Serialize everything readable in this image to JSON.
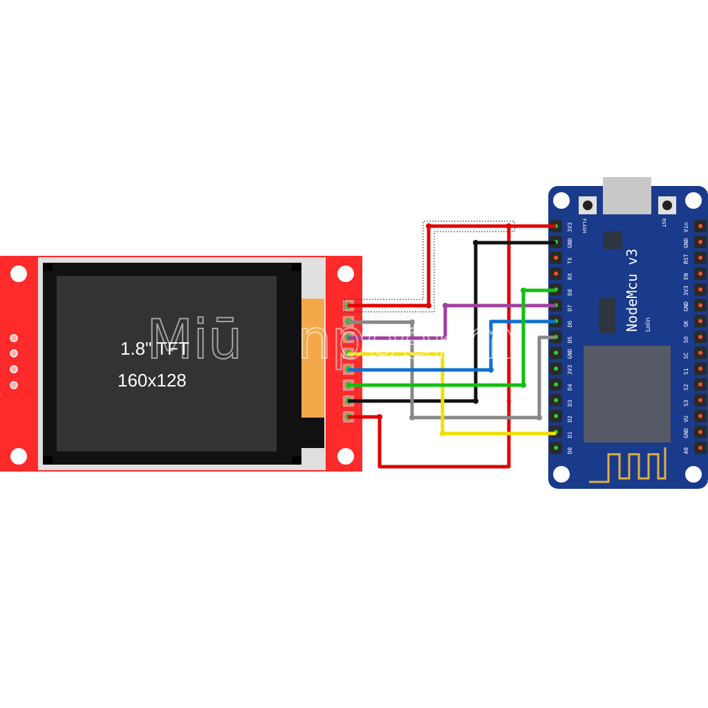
{
  "tft": {
    "size_label": "1.8\" TFT",
    "resolution_label": "160x128"
  },
  "board": {
    "name": "NodeMcu v3",
    "vendor": "Lolin",
    "flash_label": "FLASH",
    "rst_label": "RST",
    "pins_left": [
      "3V3",
      "GND",
      "TX",
      "RX",
      "D8",
      "D7",
      "D6",
      "D5",
      "GND",
      "3V3",
      "D4",
      "D3",
      "D2",
      "D1",
      "D0"
    ],
    "pins_right": [
      "Vin",
      "GND",
      "RST",
      "EN",
      "3V3",
      "GND",
      "SK",
      "SO",
      "SC",
      "S1",
      "S2",
      "S3",
      "VU",
      "GND",
      "A0"
    ]
  },
  "watermark": {
    "left": "Miū",
    "right": "npoekm"
  },
  "colors": {
    "tft_board": "#ff2a2a",
    "nodemcu_board": "#1a3a8c",
    "wire_red": "#e00000",
    "wire_black": "#111111",
    "wire_gray": "#888888",
    "wire_purple": "#a040a0",
    "wire_yellow": "#f0e000",
    "wire_blue": "#1070d0",
    "wire_green": "#10c010"
  }
}
